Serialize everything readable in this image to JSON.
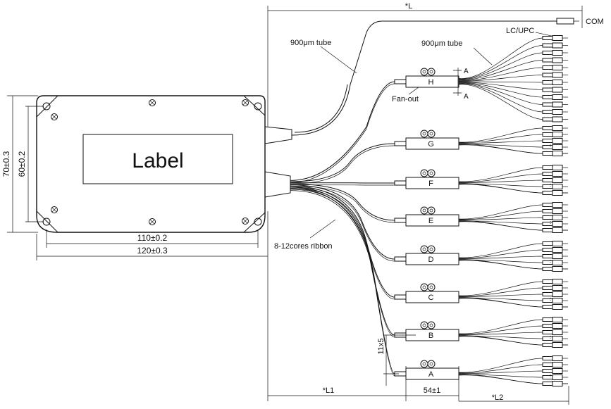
{
  "module": {
    "label": "Label",
    "dim_width_outer": "120±0.3",
    "dim_width_inner": "110±0.2",
    "dim_height_outer": "70±0.3",
    "dim_height_inner": "60±0.2"
  },
  "annotations": {
    "total_length": "*L",
    "com": "COM",
    "connector": "LC/UPC",
    "tube_main": "900μm tube",
    "tube_branch": "900μm tube",
    "fanout": "Fan-out",
    "ribbon": "8-12cores ribbon",
    "section_a": "A",
    "pitch": "11x5",
    "dim_l1": "*L1",
    "dim_fanout_len": "54±1",
    "dim_l2": "*L2"
  },
  "fanouts": [
    "H",
    "G",
    "F",
    "E",
    "D",
    "C",
    "B",
    "A"
  ]
}
